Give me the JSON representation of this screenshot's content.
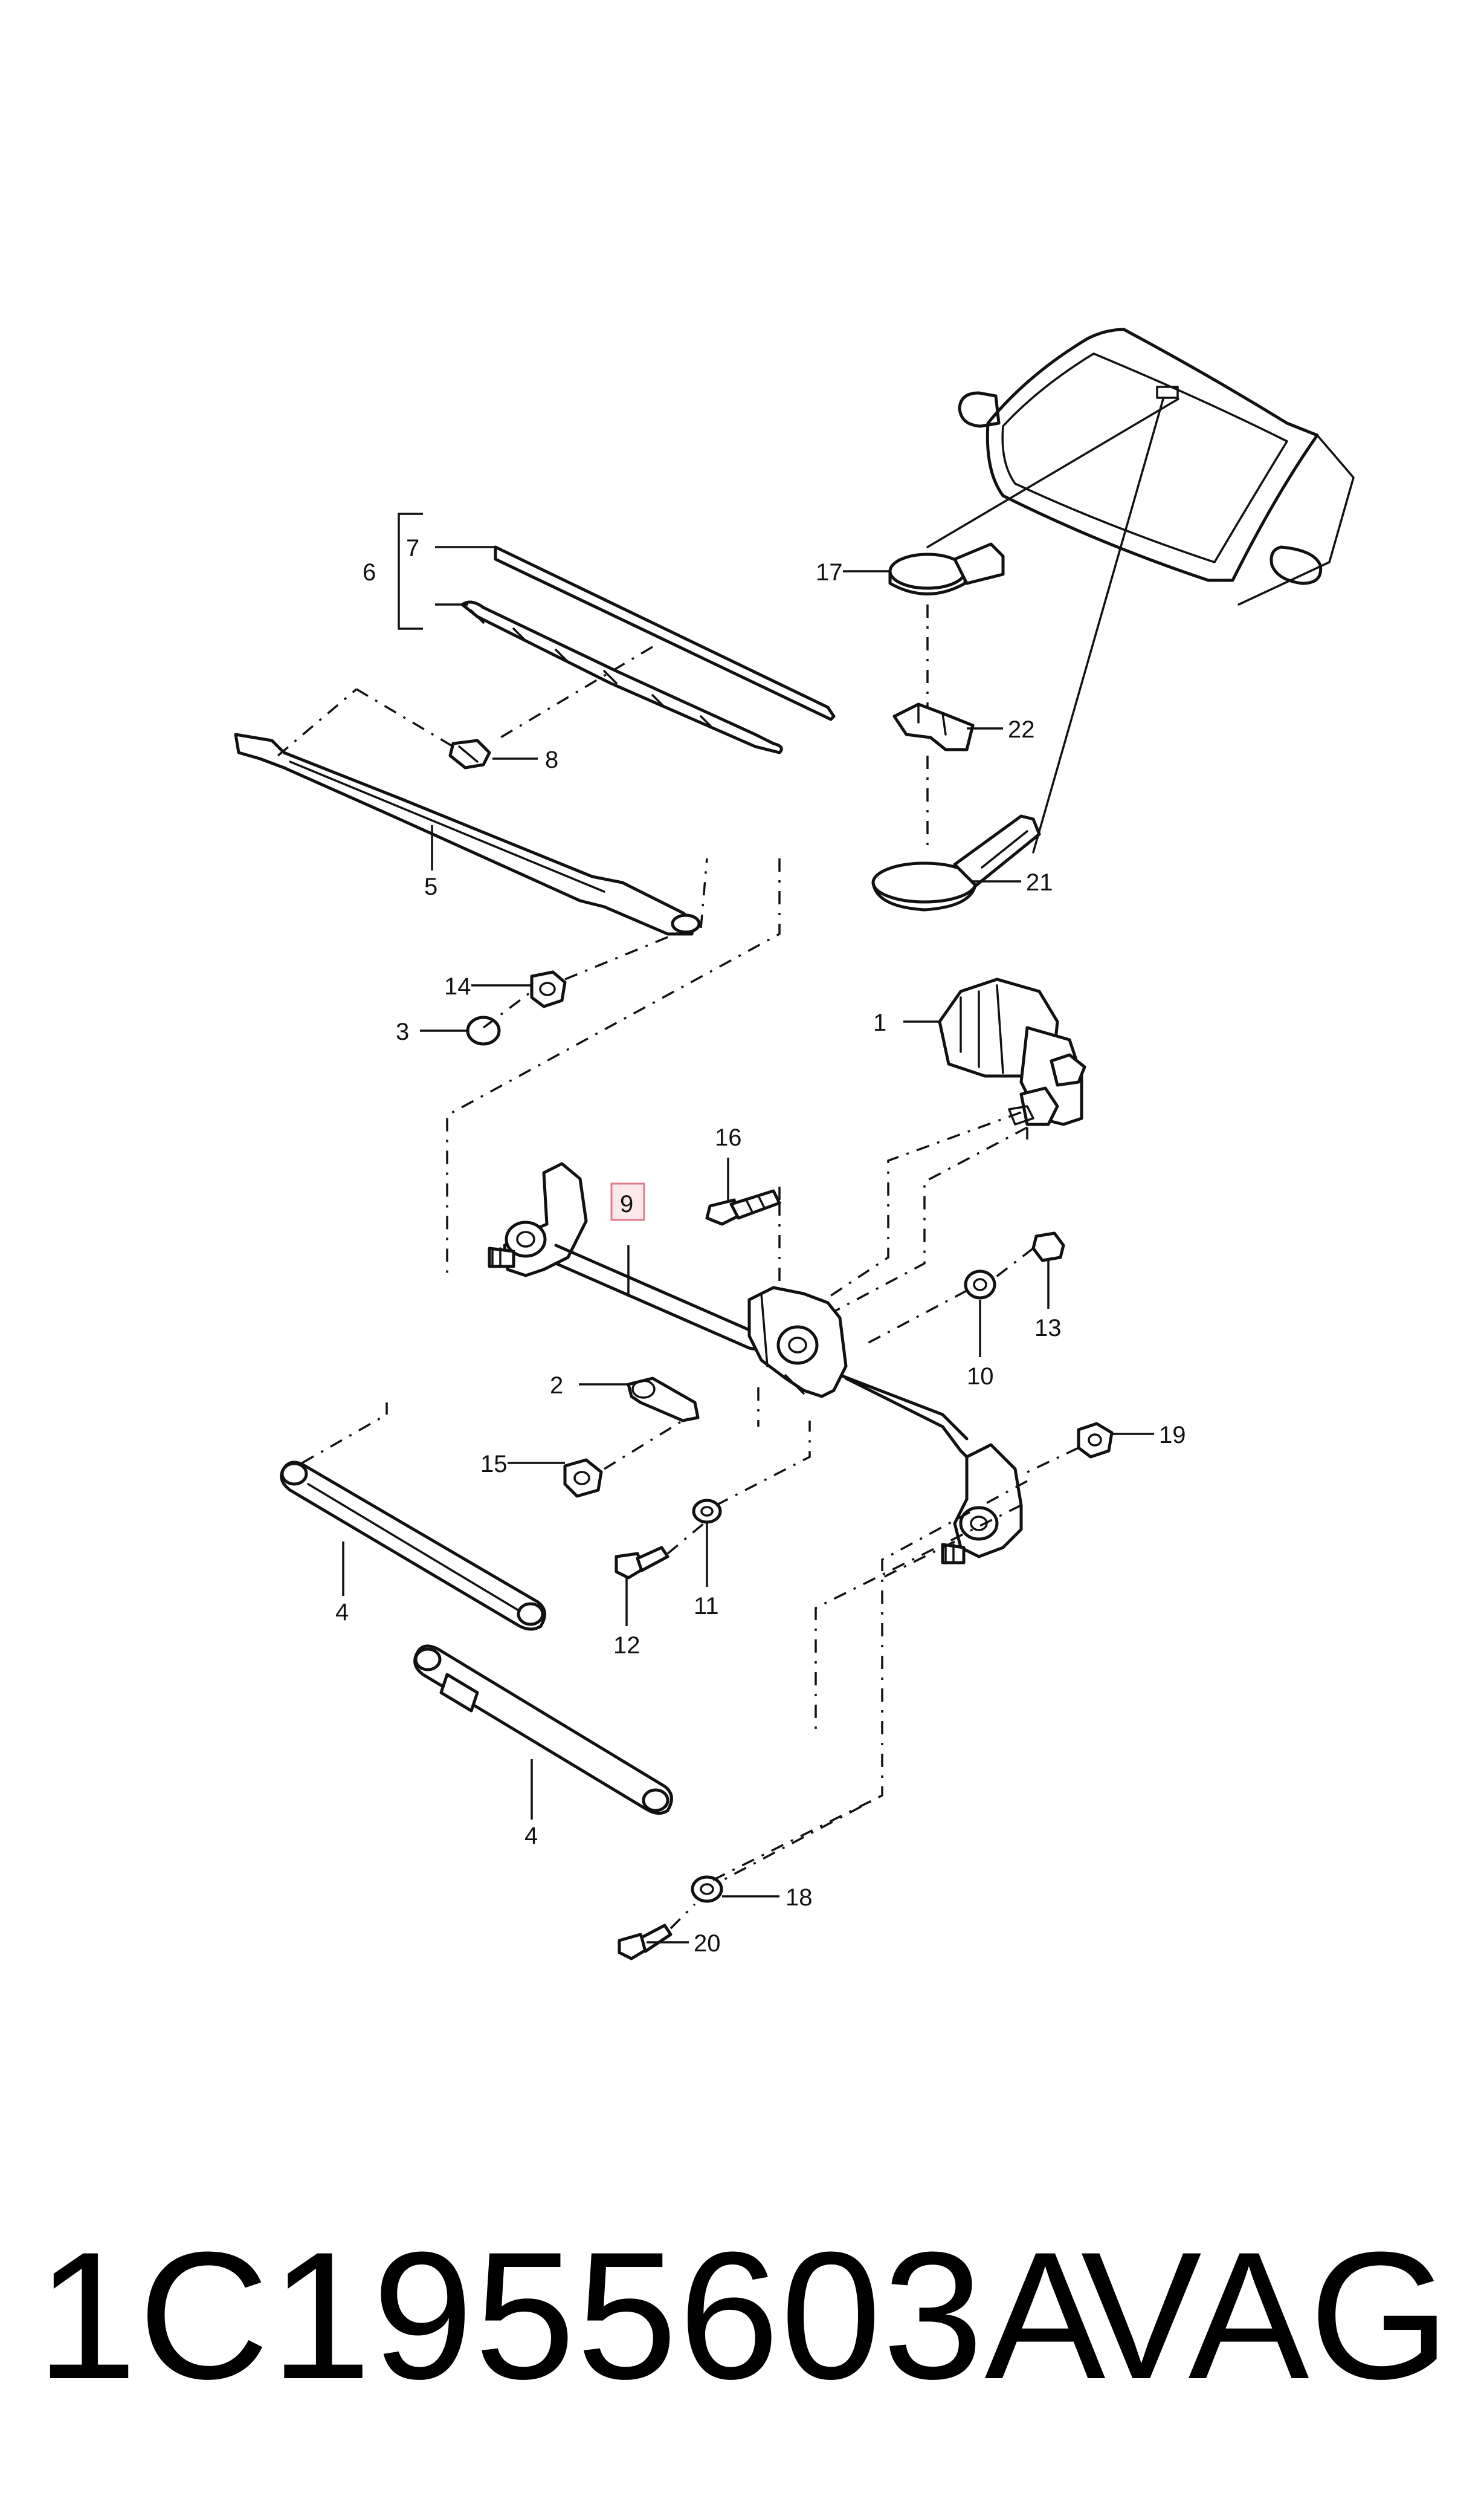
{
  "callouts": {
    "c1": "1",
    "c2": "2",
    "c3": "3",
    "c4a": "4",
    "c4b": "4",
    "c5": "5",
    "c6": "6",
    "c7": "7",
    "c8": "8",
    "c9": "9",
    "c10": "10",
    "c11": "11",
    "c12": "12",
    "c13": "13",
    "c14": "14",
    "c15": "15",
    "c16": "16",
    "c17": "17",
    "c18": "18",
    "c19": "19",
    "c20": "20",
    "c21": "21",
    "c22": "22"
  },
  "highlighted_callout": "9",
  "footer": {
    "part_number": "1C1955603A",
    "brand": "VAG"
  }
}
